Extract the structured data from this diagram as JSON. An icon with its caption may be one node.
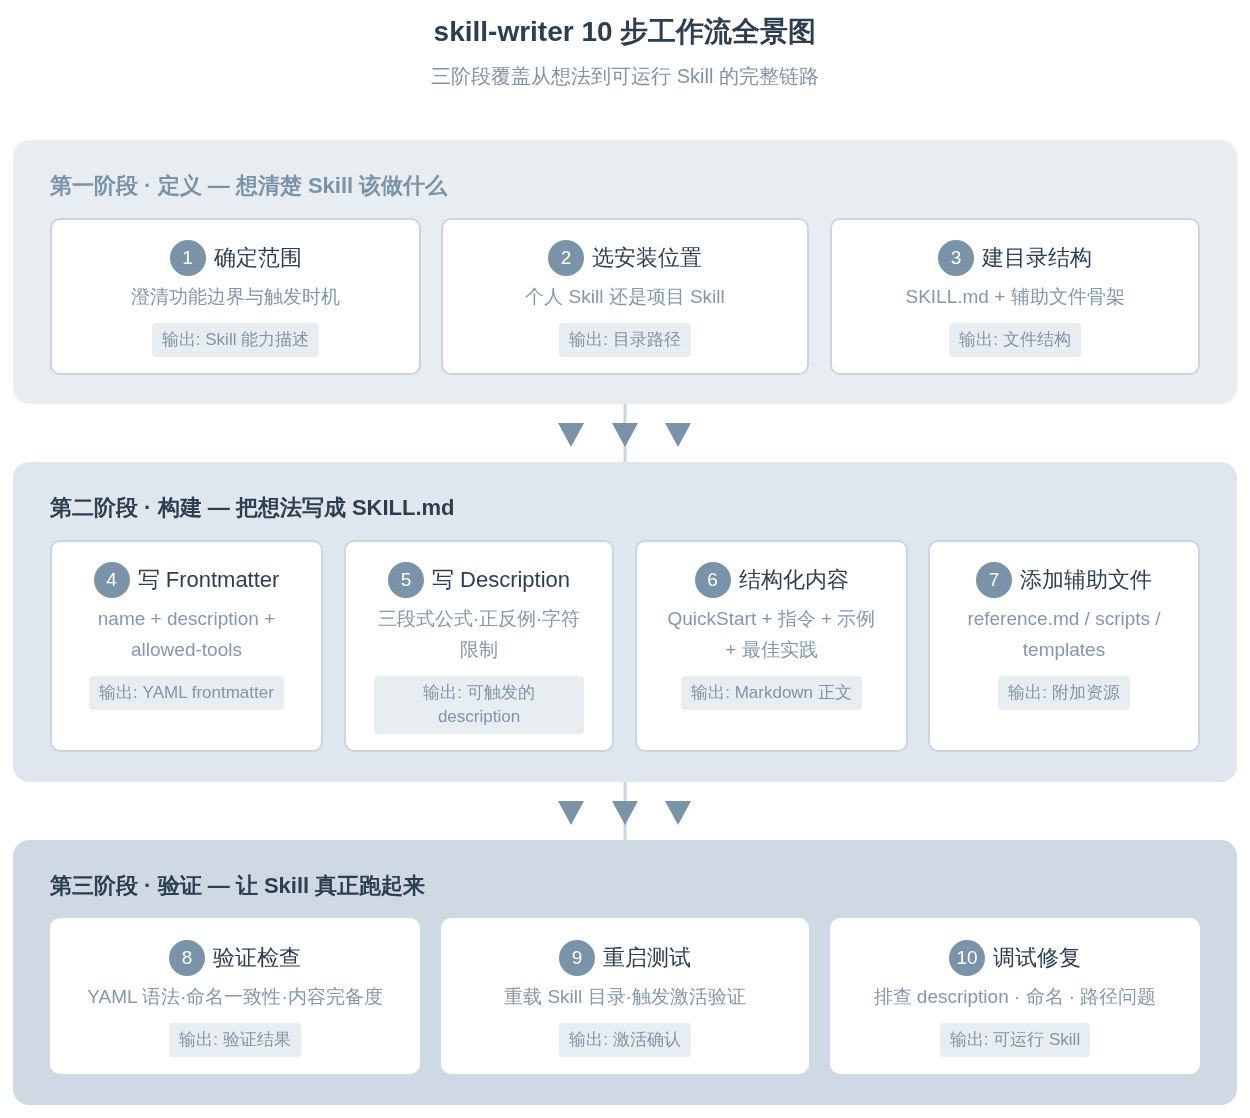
{
  "diagram": {
    "title": "skill-writer 10 步工作流全景图",
    "nodes": [
      {
        "text": [
          "第一阶段 · 定义 — 想清楚 Skill 该做什么"
        ]
      },
      {
        "text": [
          "1",
          "确定范围",
          "澄清功能边界与触发时机",
          "输出: Skill 能力描述"
        ],
        "in": 0
      },
      {
        "text": [
          "2",
          "选安装位置",
          "个人 Skill 还是项目 Skill",
          "输出: 目录路径"
        ],
        "in": 0
      },
      {
        "text": [
          "3",
          "建目录结构",
          "SKILL.md + 辅助文件骨架",
          "输出: 文件结构"
        ],
        "in": 0
      },
      {
        "text": [
          "第二阶段 · 构建 — 把想法写成 SKILL.md"
        ]
      },
      {
        "text": [
          "4",
          "写 Frontmatter",
          "name + description + allowed-tools",
          "输出: YAML frontmatter"
        ],
        "in": 4
      },
      {
        "text": [
          "5",
          "写 Description",
          "三段式公式·正反例·字符限制",
          "输出: 可触发的 description"
        ],
        "in": 4
      },
      {
        "text": [
          "6",
          "结构化内容",
          "QuickStart + 指令 + 示例 + 最佳实践",
          "输出: Markdown 正文"
        ],
        "in": 4
      },
      {
        "text": [
          "7",
          "添加辅助文件",
          "reference.md / scripts / templates",
          "输出: 附加资源"
        ],
        "in": 4
      },
      {
        "text": [
          "第三阶段 · 验证 — 让 Skill 真正跑起来"
        ]
      },
      {
        "text": [
          "8",
          "验证检查",
          "YAML 语法·命名一致性·内容完备度",
          "输出: 验证结果"
        ],
        "in": 9
      },
      {
        "text": [
          "9",
          "重启测试",
          "重载 Skill 目录·触发激活验证",
          "输出: 激活确认"
        ],
        "in": 9
      },
      {
        "text": [
          "10",
          "调试修复",
          "排查 description · 命名 · 路径问题",
          "输出: 可运行 Skill"
        ],
        "in": 9
      }
    ],
    "edges": [
      {
        "from": 0,
        "to": 4,
        "arrow": "to"
      },
      {
        "from": 4,
        "to": 9,
        "arrow": "to"
      }
    ],
    "labels": [
      "三阶段覆盖从想法到可运行 Skill 的完整链路"
    ]
  }
}
